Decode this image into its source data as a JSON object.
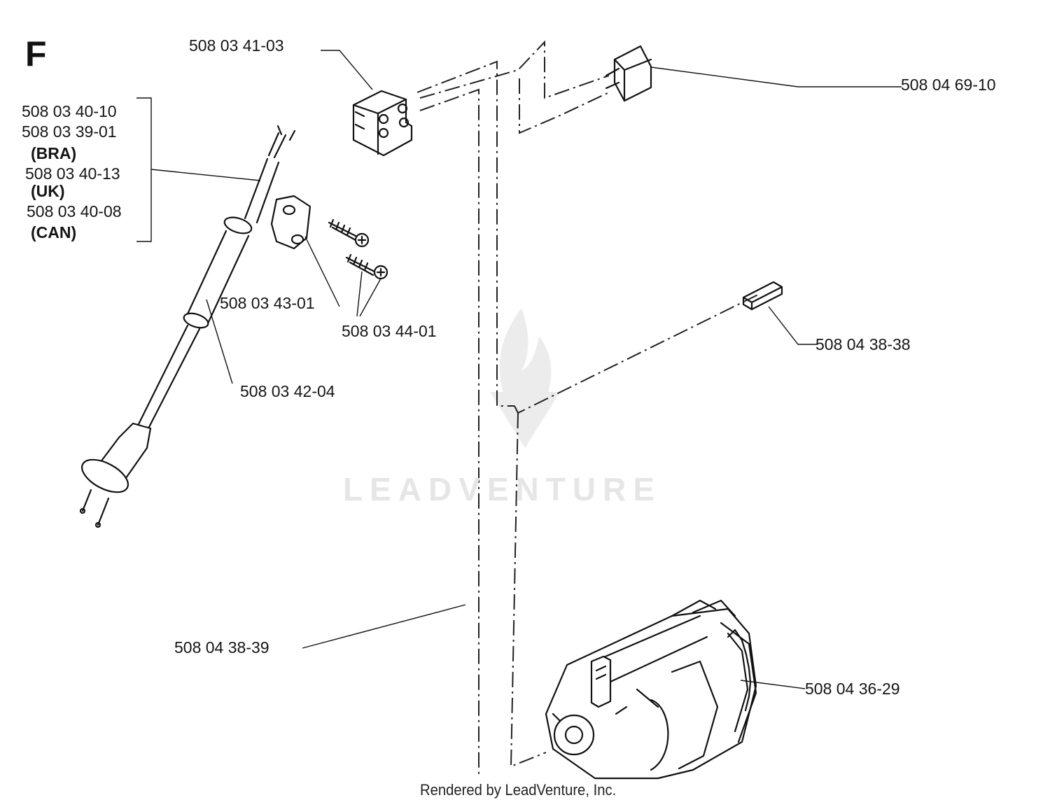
{
  "section_letter": "F",
  "watermark": "LEADVENTURE",
  "footer": "Rendered by LeadVenture, Inc.",
  "icons": [
    "power-cord-plug-icon",
    "switch-block-icon",
    "capacitor-icon",
    "connector-icon",
    "motor-icon",
    "clamp-plate-icon",
    "screw-icon",
    "flame-logo-icon"
  ],
  "labels": {
    "switch": "508 03 41-03",
    "capacitor": "508 04 69-10",
    "cord_group": {
      "line1": "508 03 40-10",
      "line2": "508 03 39-01",
      "tag1": "(BRA)",
      "line3": "508 03 40-13",
      "tag2": "(UK)",
      "line4": "508 03 40-08",
      "tag3": "(CAN)"
    },
    "clamp": "508 03 43-01",
    "screws": "508 03 44-01",
    "sleeve": "508 03 42-04",
    "connector": "508 04 38-38",
    "wire_harness": "508 04 38-39",
    "motor": "508 04 36-29"
  }
}
